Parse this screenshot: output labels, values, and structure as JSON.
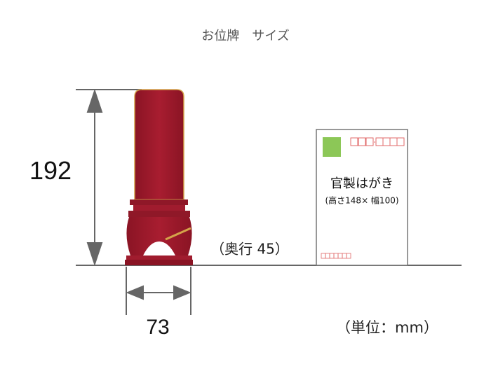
{
  "title": "お位牌　サイズ",
  "dimensions": {
    "height": "192",
    "width": "73",
    "depth": "（奥行 45）",
    "unit": "（単位：mm）"
  },
  "postcard": {
    "name": "官製はがき",
    "size": "(高さ148× 幅100)"
  },
  "colors": {
    "tablet": "#9e1a2c",
    "gold": "#d4a44a",
    "line": "#666666",
    "stamp": "#8cc757",
    "postal_box": "#e06a6a"
  }
}
